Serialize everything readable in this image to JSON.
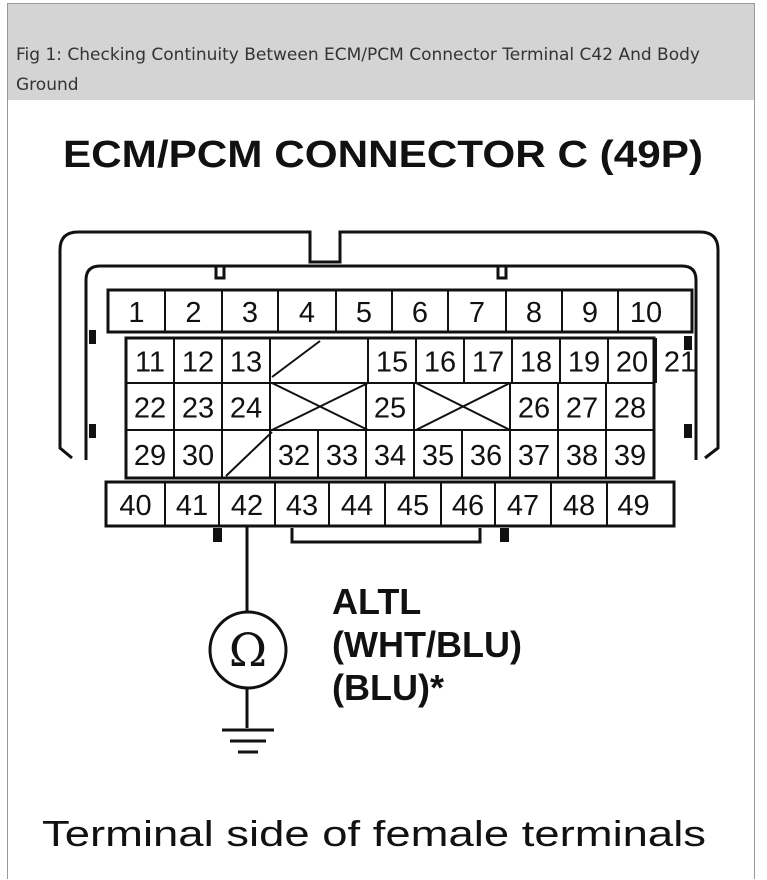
{
  "caption": "Fig 1: Checking Continuity Between ECM/PCM Connector Terminal C42 And Body Ground",
  "diagram": {
    "title": "ECM/PCM CONNECTOR C (49P)",
    "rows": [
      [
        "1",
        "2",
        "3",
        "4",
        "5",
        "6",
        "7",
        "8",
        "9",
        "10"
      ],
      [
        "11",
        "12",
        "13",
        "",
        "15",
        "16",
        "17",
        "18",
        "19",
        "20",
        "21"
      ],
      [
        "22",
        "23",
        "24",
        "",
        "25",
        "",
        "26",
        "27",
        "28"
      ],
      [
        "29",
        "30",
        "",
        "32",
        "33",
        "34",
        "35",
        "36",
        "37",
        "38",
        "39"
      ],
      [
        "40",
        "41",
        "42",
        "43",
        "44",
        "45",
        "46",
        "47",
        "48",
        "49"
      ]
    ],
    "wire_label": [
      "ALTL",
      "(WHT/BLU)",
      "(BLU)*"
    ],
    "meter_symbol": "Ω",
    "footer": "Terminal side of female terminals"
  }
}
